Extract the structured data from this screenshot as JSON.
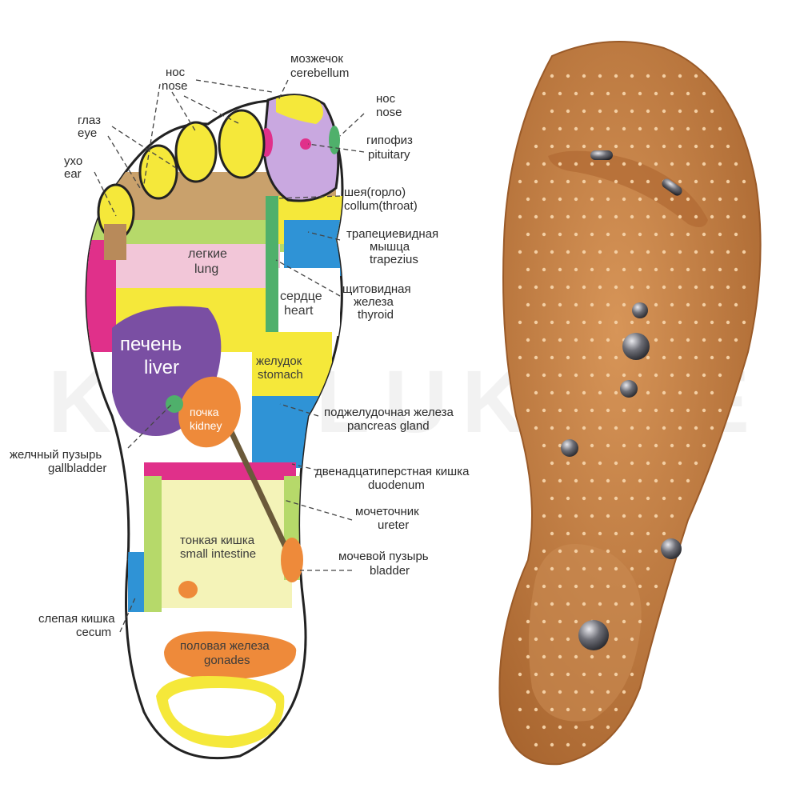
{
  "watermark": "KOFILUKOFE",
  "labels": {
    "nose_left": {
      "ru": "нос",
      "en": "nose"
    },
    "eye": {
      "ru": "глаз",
      "en": "eye"
    },
    "ear": {
      "ru": "ухо",
      "en": "ear"
    },
    "cerebellum": {
      "ru": "мозжечок",
      "en": "cerebellum"
    },
    "nose_right": {
      "ru": "нос",
      "en": "nose"
    },
    "pituitary": {
      "ru": "гипофиз",
      "en": "pituitary"
    },
    "throat": {
      "ru": "шея(горло)",
      "en": "collum(throat)"
    },
    "trapezius": {
      "ru1": "трапециевидная",
      "ru2": "мышца",
      "en": "trapezius"
    },
    "thyroid": {
      "ru1": "щитовидная",
      "ru2": "железа",
      "en": "thyroid"
    },
    "pancreas": {
      "ru": "поджелудочная железа",
      "en": "pancreas gland"
    },
    "duodenum": {
      "ru": "двенадцатиперстная кишка",
      "en": "duodenum"
    },
    "ureter": {
      "ru": "мочеточник",
      "en": "ureter"
    },
    "bladder": {
      "ru": "мочевой пузырь",
      "en": "bladder"
    },
    "cecum": {
      "ru": "слепая кишка",
      "en": "cecum"
    },
    "gallbladder": {
      "ru": "желчный пузырь",
      "en": "gallbladder"
    }
  },
  "zones": {
    "lung": {
      "ru": "легкие",
      "en": "lung"
    },
    "heart": {
      "ru": "сердце",
      "en": "heart"
    },
    "liver": {
      "ru": "печень",
      "en": "liver"
    },
    "stomach": {
      "ru": "желудок",
      "en": "stomach"
    },
    "kidney": {
      "ru": "почка",
      "en": "kidney"
    },
    "small_intestine": {
      "ru": "тонкая кишка",
      "en": "small intestine"
    },
    "gonades": {
      "ru": "половая железа",
      "en": "gonades"
    }
  },
  "colors": {
    "yellow": "#f5e83a",
    "purple": "#7a4fa3",
    "lavender": "#c9a8e0",
    "green": "#b6d96a",
    "pink": "#f2c6d8",
    "magenta": "#e0308a",
    "blue": "#2f93d6",
    "orange": "#ee8a3a",
    "tan": "#b88a5a",
    "insole": "#c6814a"
  }
}
